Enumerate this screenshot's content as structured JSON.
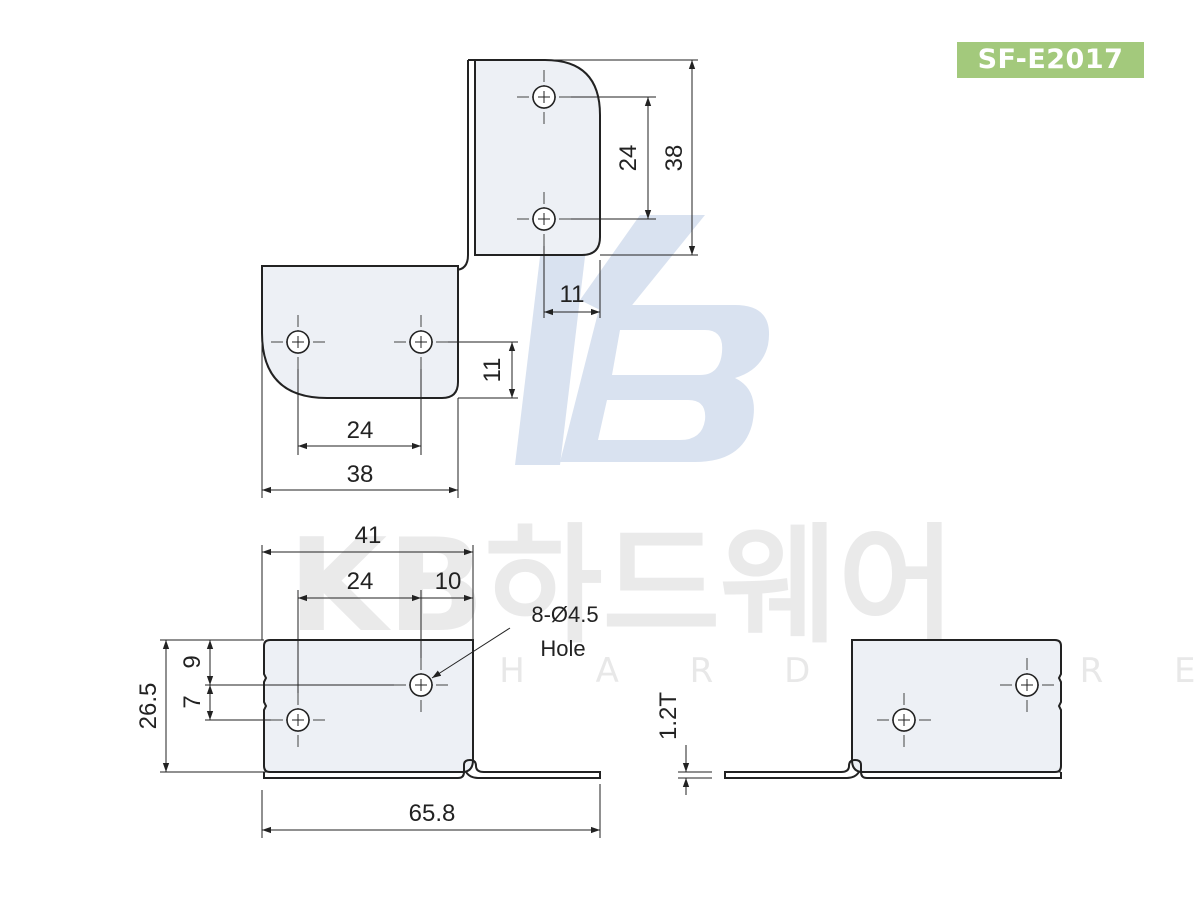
{
  "model_code": "SF-E2017",
  "watermark": {
    "brand_korean": "KB하드웨어",
    "brand_english": "K B H A R D W A R E"
  },
  "top_view": {
    "dims": {
      "vertical_pitch": "24",
      "vertical_overall": "38",
      "top_edge_offset": "11",
      "side_edge_offset": "11",
      "horizontal_pitch": "24",
      "horizontal_overall": "38"
    }
  },
  "front_view": {
    "dims": {
      "overall_width": "41",
      "hole_pitch": "24",
      "hole_edge_offset": "10",
      "height": "26.5",
      "hole_upper_offset": "9",
      "hole_spacing": "7",
      "total_length": "65.8",
      "thickness": "1.2T"
    },
    "hole_note": {
      "line1": "8-Ø4.5",
      "line2": "Hole"
    }
  },
  "colors": {
    "badge": "#a3c97c",
    "part_fill": "#edf0f5",
    "watermark_logo": "#c9d6ea",
    "watermark_text": "#d9d9da"
  }
}
